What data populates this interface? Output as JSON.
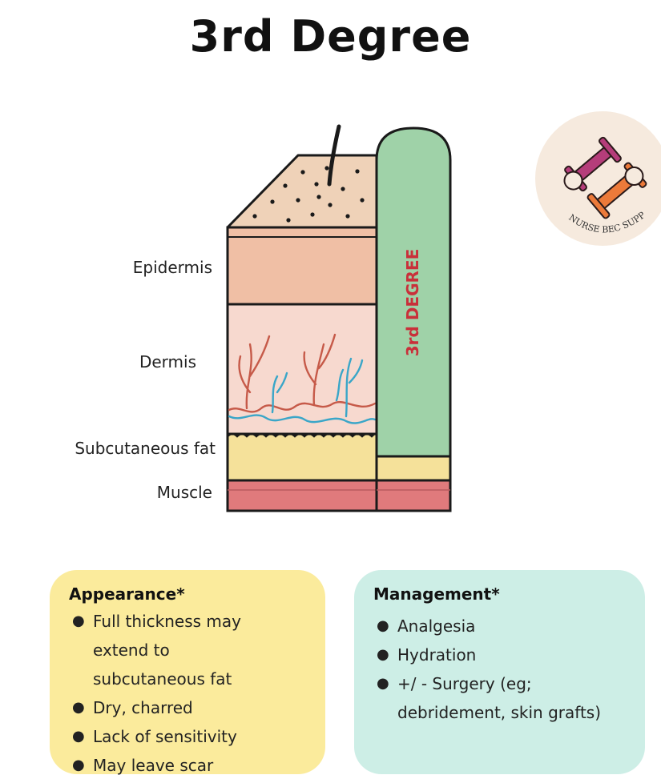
{
  "title": "3rd Degree",
  "layers": {
    "epidermis": "Epidermis",
    "dermis": "Dermis",
    "subcutaneous": "Subcutaneous fat",
    "muscle": "Muscle"
  },
  "depth_bar_label": "3rd DEGREE",
  "logo_text": "NURSE BEC SUPPLIES",
  "appearance": {
    "title": "Appearance*",
    "items": [
      [
        "Full thickness may",
        "extend to",
        "subcutaneous fat"
      ],
      [
        "Dry, charred"
      ],
      [
        "Lack of sensitivity"
      ],
      [
        "May leave scar"
      ]
    ]
  },
  "management": {
    "title": "Management*",
    "items": [
      [
        "Analgesia"
      ],
      [
        "Hydration"
      ],
      [
        "+/ - Surgery (eg;",
        "debridement, skin grafts)"
      ]
    ]
  },
  "colors": {
    "epidermis_top": "#efd2b8",
    "epidermis": "#f0bfa5",
    "dermis": "#f7d9cf",
    "fat": "#f5e19a",
    "muscle": "#e07a7c",
    "depth_bar": "#9fd2a8",
    "depth_label": "#c9303a",
    "artery": "#c65a49",
    "vein": "#3aa6c8",
    "appearance_card": "#fbeb9c",
    "management_card": "#cdeee6"
  }
}
